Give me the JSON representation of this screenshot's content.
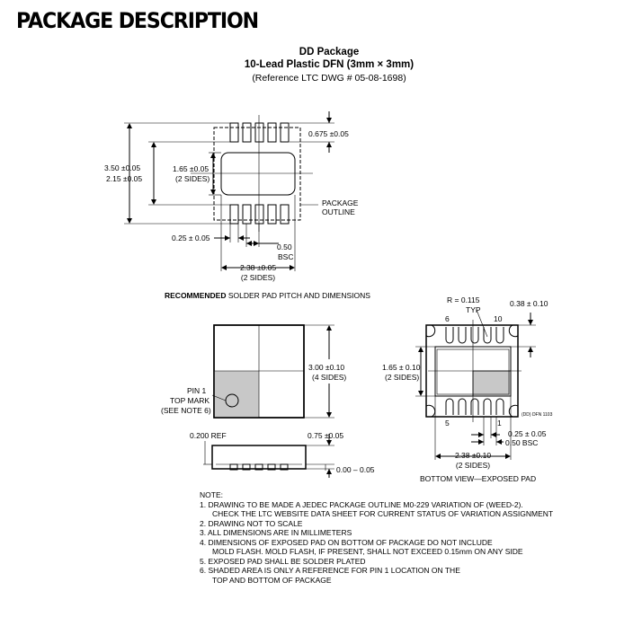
{
  "section": {
    "heading": "PACKAGE DESCRIPTION"
  },
  "package": {
    "name": "DD Package",
    "description": "10-Lead Plastic DFN (3mm × 3mm)",
    "reference": "(Reference LTC DWG # 05-08-1698)"
  },
  "footprint": {
    "dims": {
      "pad_length": "0.675 ±0.05",
      "overall": "3.50 ±0.05",
      "inner_width": "2.15 ±0.05",
      "pad_center_1": "1.65 ±0.05",
      "pad_center_2": "(2 SIDES)",
      "outline_1": "PACKAGE",
      "outline_2": "OUTLINE",
      "pad_width": "0.25 ± 0.05",
      "pitch_1": "0.50",
      "pitch_2": "BSC",
      "span_1": "2.38 ±0.05",
      "span_2": "(2 SIDES)"
    },
    "recommended_bold": "RECOMMENDED",
    "recommended_rest": " SOLDER PAD PITCH AND DIMENSIONS"
  },
  "top_view": {
    "pin1_1": "PIN 1",
    "pin1_2": "TOP MARK",
    "pin1_3": "(SEE NOTE 6)",
    "size_1": "3.00 ±0.10",
    "size_2": "(4 SIDES)"
  },
  "side_view": {
    "ref": "0.200 REF",
    "height": "0.75 ±0.05",
    "standoff": "0.00 – 0.05"
  },
  "bottom_view": {
    "radius_1": "R = 0.115",
    "radius_2": "TYP",
    "pin6": "6",
    "pin10": "10",
    "pad_length": "0.38 ± 0.10",
    "exposed_1": "1.65 ± 0.10",
    "exposed_2": "(2 SIDES)",
    "dwg_id": "(DD) DFN 1103",
    "pin5": "5",
    "pin1": "1",
    "pad_width": "0.25 ± 0.05",
    "pitch": "0.50 BSC",
    "span_1": "2.38 ±0.10",
    "span_2": "(2 SIDES)",
    "caption": "BOTTOM VIEW—EXPOSED PAD"
  },
  "notes": {
    "title": "NOTE:",
    "n1a": "1. DRAWING TO BE MADE A JEDEC PACKAGE OUTLINE M0-229 VARIATION OF (WEED-2).",
    "n1b": "CHECK THE LTC WEBSITE DATA SHEET FOR CURRENT STATUS OF VARIATION ASSIGNMENT",
    "n2": "2. DRAWING NOT TO SCALE",
    "n3": "3. ALL DIMENSIONS ARE IN MILLIMETERS",
    "n4a": "4. DIMENSIONS OF EXPOSED PAD ON BOTTOM OF PACKAGE DO NOT INCLUDE",
    "n4b": "MOLD FLASH. MOLD FLASH, IF PRESENT, SHALL NOT EXCEED 0.15mm ON ANY SIDE",
    "n5": "5. EXPOSED PAD SHALL BE SOLDER PLATED",
    "n6a": "6. SHADED AREA IS ONLY A REFERENCE FOR PIN 1 LOCATION ON THE",
    "n6b": "TOP AND BOTTOM OF PACKAGE"
  }
}
